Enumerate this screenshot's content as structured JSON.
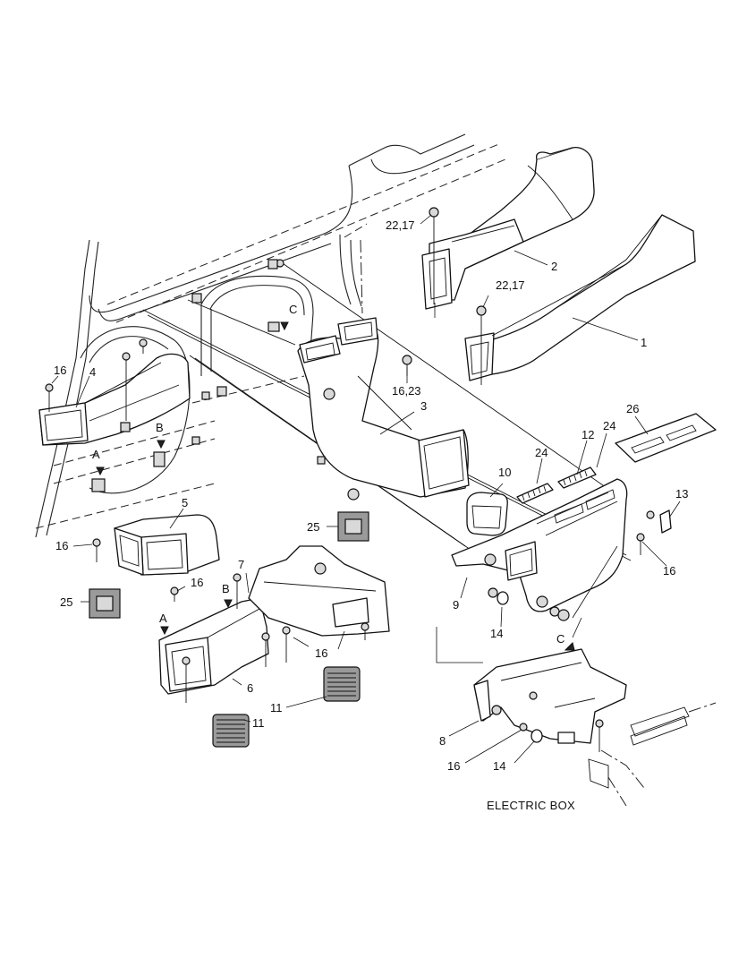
{
  "labels": {
    "p1": "1",
    "p2": "2",
    "p3": "3",
    "p4": "4",
    "p5": "5",
    "p6": "6",
    "p7": "7",
    "p8": "8",
    "p9": "9",
    "p10": "10",
    "p11a": "11",
    "p11b": "11",
    "p12": "12",
    "p13": "13",
    "p14a": "14",
    "p14b": "14",
    "p16a": "16",
    "p16b": "16",
    "p16c": "16",
    "p16d": "16",
    "p16e": "16",
    "p16f": "16",
    "p1623": "16,23",
    "p2217a": "22,17",
    "p2217b": "22,17",
    "p24a": "24",
    "p24b": "24",
    "p25a": "25",
    "p25b": "25",
    "p26": "26",
    "refA1": "A",
    "refA2": "A",
    "refB1": "B",
    "refB2": "B",
    "refC1": "C",
    "refC2": "C"
  },
  "caption": "ELECTRIC BOX"
}
